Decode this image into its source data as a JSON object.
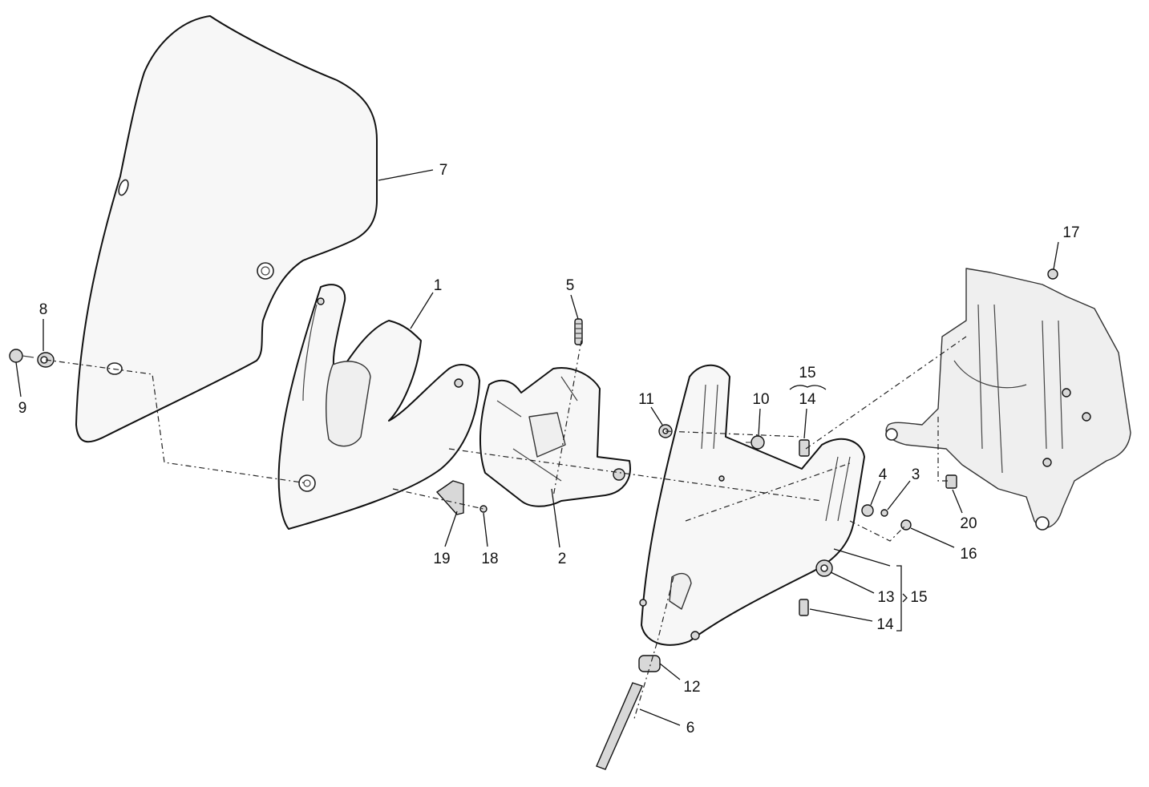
{
  "callouts": [
    {
      "id": "c1",
      "text": "1"
    },
    {
      "id": "c2",
      "text": "2"
    },
    {
      "id": "c3",
      "text": "3"
    },
    {
      "id": "c4",
      "text": "4"
    },
    {
      "id": "c5",
      "text": "5"
    },
    {
      "id": "c6",
      "text": "6"
    },
    {
      "id": "c7",
      "text": "7"
    },
    {
      "id": "c8",
      "text": "8"
    },
    {
      "id": "c9",
      "text": "9"
    },
    {
      "id": "c10",
      "text": "10"
    },
    {
      "id": "c11",
      "text": "11"
    },
    {
      "id": "c12",
      "text": "12"
    },
    {
      "id": "c13",
      "text": "13"
    },
    {
      "id": "c14a",
      "text": "14"
    },
    {
      "id": "c14b",
      "text": "14"
    },
    {
      "id": "c15a",
      "text": "15"
    },
    {
      "id": "c15b",
      "text": "15"
    },
    {
      "id": "c16",
      "text": "16"
    },
    {
      "id": "c17",
      "text": "17"
    },
    {
      "id": "c18",
      "text": "18"
    },
    {
      "id": "c19",
      "text": "19"
    },
    {
      "id": "c20",
      "text": "20"
    }
  ]
}
